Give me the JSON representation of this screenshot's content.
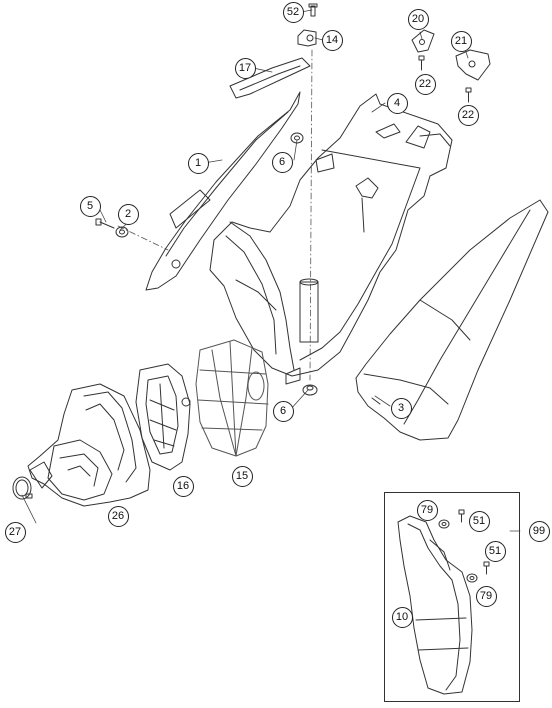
{
  "diagram": {
    "callouts": [
      {
        "id": "c52",
        "label": "52"
      },
      {
        "id": "c14",
        "label": "14"
      },
      {
        "id": "c20",
        "label": "20"
      },
      {
        "id": "c21",
        "label": "21"
      },
      {
        "id": "c17",
        "label": "17"
      },
      {
        "id": "c22a",
        "label": "22"
      },
      {
        "id": "c22b",
        "label": "22"
      },
      {
        "id": "c4",
        "label": "4"
      },
      {
        "id": "c6a",
        "label": "6"
      },
      {
        "id": "c1",
        "label": "1"
      },
      {
        "id": "c5",
        "label": "5"
      },
      {
        "id": "c2",
        "label": "2"
      },
      {
        "id": "c3",
        "label": "3"
      },
      {
        "id": "c6b",
        "label": "6"
      },
      {
        "id": "c15",
        "label": "15"
      },
      {
        "id": "c16",
        "label": "16"
      },
      {
        "id": "c26",
        "label": "26"
      },
      {
        "id": "c27",
        "label": "27"
      },
      {
        "id": "c79a",
        "label": "79"
      },
      {
        "id": "c51a",
        "label": "51"
      },
      {
        "id": "c51b",
        "label": "51"
      },
      {
        "id": "c79b",
        "label": "79"
      },
      {
        "id": "c10",
        "label": "10"
      },
      {
        "id": "c99",
        "label": "99"
      }
    ]
  }
}
